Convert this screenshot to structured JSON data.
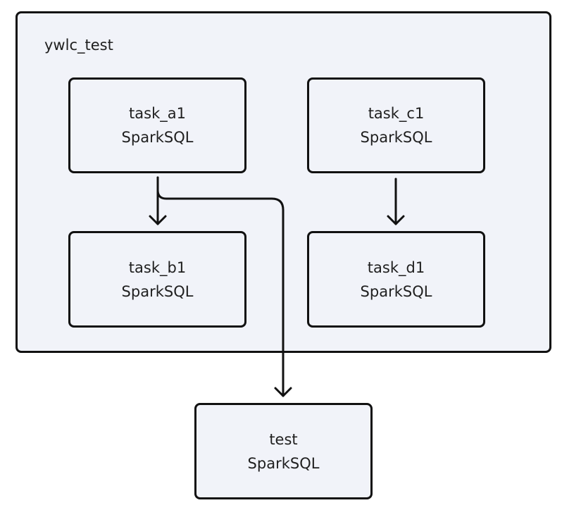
{
  "group": {
    "title": "ywlc_test"
  },
  "nodes": {
    "task_a1": {
      "name": "task_a1",
      "type": "SparkSQL"
    },
    "task_b1": {
      "name": "task_b1",
      "type": "SparkSQL"
    },
    "task_c1": {
      "name": "task_c1",
      "type": "SparkSQL"
    },
    "task_d1": {
      "name": "task_d1",
      "type": "SparkSQL"
    },
    "test": {
      "name": "test",
      "type": "SparkSQL"
    }
  },
  "edges": [
    {
      "from": "task_a1",
      "to": "task_b1"
    },
    {
      "from": "task_a1",
      "to": "test"
    },
    {
      "from": "task_c1",
      "to": "task_d1"
    }
  ]
}
